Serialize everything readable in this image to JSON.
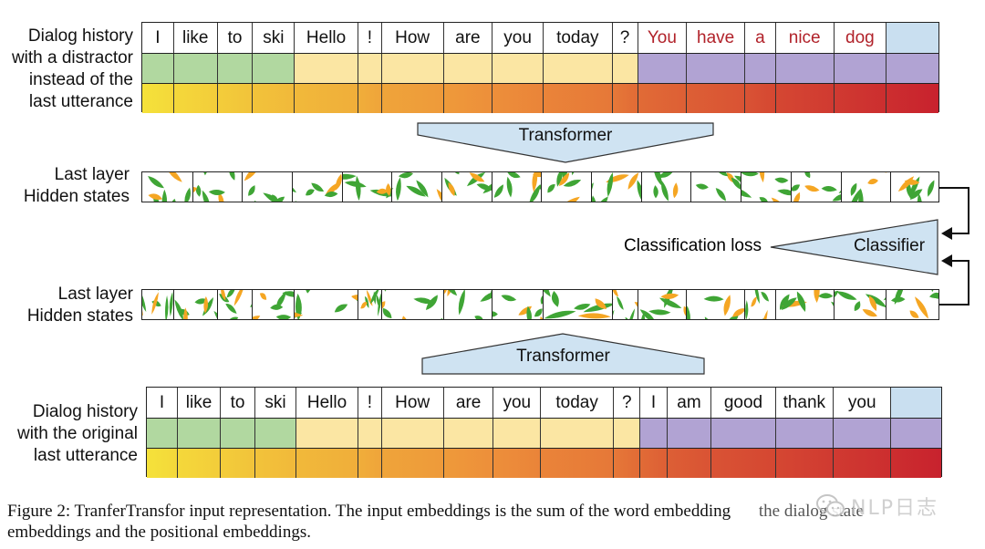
{
  "top": {
    "label": [
      "Dialog history",
      "with a distractor",
      "instead of the",
      "last utterance"
    ],
    "tokens": [
      "I",
      "like",
      "to",
      "ski",
      "Hello",
      "!",
      "How",
      "are",
      "you",
      "today",
      "?",
      "You",
      "have",
      "a",
      "nice",
      "dog",
      ""
    ],
    "distractor_start": 11
  },
  "transformer_top": "Transformer",
  "hidden_top": [
    "Last layer",
    "Hidden states"
  ],
  "classification_loss": "Classification loss",
  "classifier": "Classifier",
  "hidden_bottom": [
    "Last layer",
    "Hidden states"
  ],
  "transformer_bottom": "Transformer",
  "bottom": {
    "label": [
      "Dialog history",
      "with the original",
      "last utterance"
    ],
    "tokens": [
      "I",
      "like",
      "to",
      "ski",
      "Hello",
      "!",
      "How",
      "are",
      "you",
      "today",
      "?",
      "I",
      "am",
      "good",
      "thank",
      "you",
      ""
    ]
  },
  "colors": {
    "state_green": "#b1d8a0",
    "state_yellow": "#fbe6a3",
    "state_purple": "#b1a3d3",
    "cls_blue": "#c9dff0",
    "pos_start": "#f5e23a",
    "pos_mid": "#ec8a3a",
    "pos_end": "#c8222e",
    "leaf_green": "#3fa535",
    "leaf_orange": "#f5a623",
    "arrow_fill": "#cfe3f2"
  },
  "caption": [
    "Figure 2: TranferTransfor input representation. The input embeddings is the sum of the word embedding",
    "the dialog state",
    "embeddings and the positional embeddings."
  ],
  "watermark": "NLP日志"
}
